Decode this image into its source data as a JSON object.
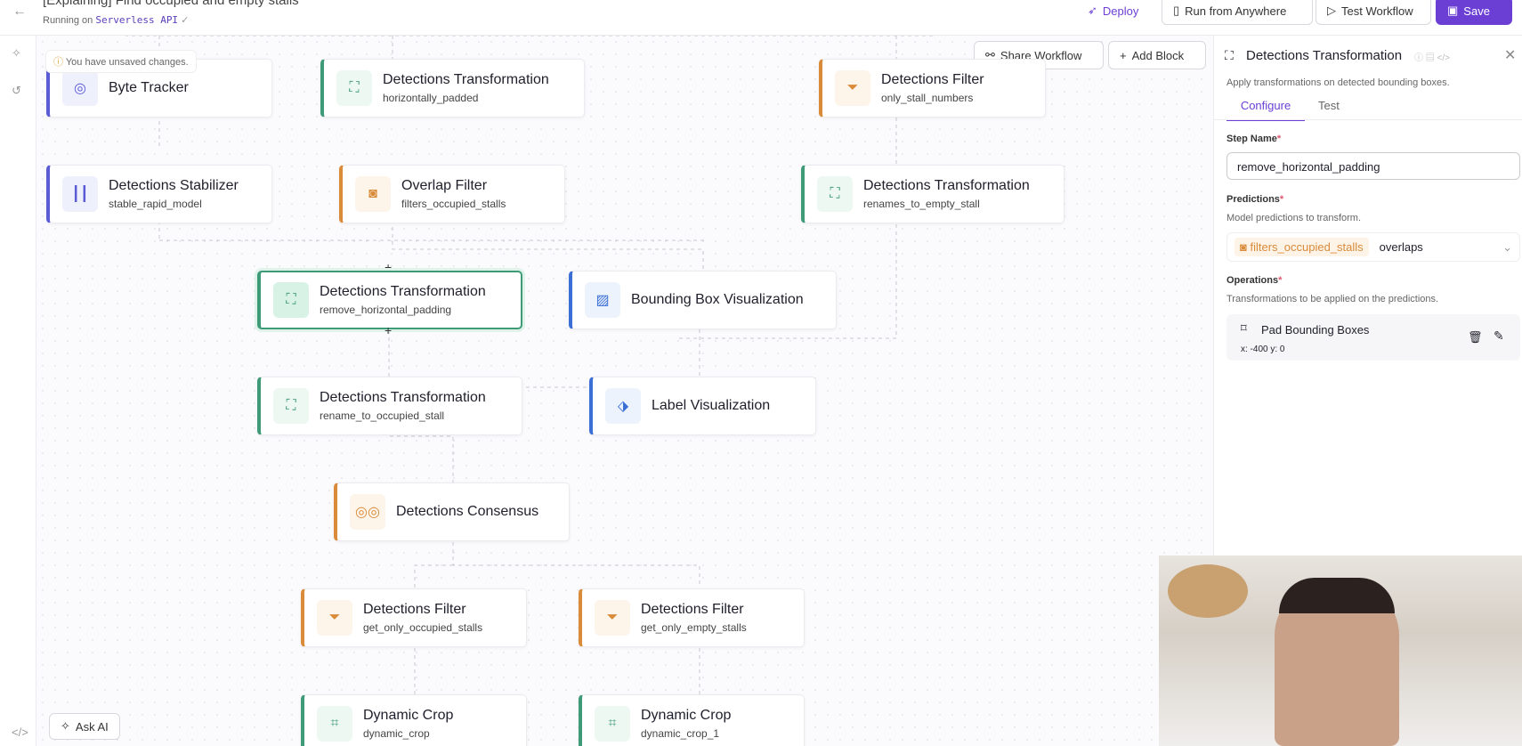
{
  "header": {
    "title": "[Explaining] Find occupied and empty stalls",
    "running_on": "Running on",
    "runtime": "Serverless API",
    "deploy": "Deploy",
    "run_anywhere": "Run from Anywhere",
    "test_workflow": "Test Workflow",
    "save": "Save"
  },
  "canvas": {
    "unsaved": "You have unsaved changes.",
    "share": "Share Workflow",
    "add_block": "Add Block",
    "ask_ai": "Ask AI",
    "nodes": [
      {
        "title": "Byte Tracker",
        "sub": ""
      },
      {
        "title": "Detections Transformation",
        "sub": "horizontally_padded"
      },
      {
        "title": "Detections Filter",
        "sub": "only_stall_numbers"
      },
      {
        "title": "Detections Stabilizer",
        "sub": "stable_rapid_model"
      },
      {
        "title": "Overlap Filter",
        "sub": "filters_occupied_stalls"
      },
      {
        "title": "Detections Transformation",
        "sub": "renames_to_empty_stall"
      },
      {
        "title": "Detections Transformation",
        "sub": "remove_horizontal_padding"
      },
      {
        "title": "Bounding Box Visualization",
        "sub": ""
      },
      {
        "title": "Detections Transformation",
        "sub": "rename_to_occupied_stall"
      },
      {
        "title": "Label Visualization",
        "sub": ""
      },
      {
        "title": "Detections Consensus",
        "sub": ""
      },
      {
        "title": "Detections Filter",
        "sub": "get_only_occupied_stalls"
      },
      {
        "title": "Detections Filter",
        "sub": "get_only_empty_stalls"
      },
      {
        "title": "Dynamic Crop",
        "sub": "dynamic_crop"
      },
      {
        "title": "Dynamic Crop",
        "sub": "dynamic_crop_1"
      }
    ]
  },
  "panel": {
    "title": "Detections Transformation",
    "description": "Apply transformations on detected bounding boxes.",
    "tabs": [
      "Configure",
      "Test"
    ],
    "step_name_label": "Step Name",
    "step_name": "remove_horizontal_padding",
    "predictions_label": "Predictions",
    "predictions_desc": "Model predictions to transform.",
    "predictions_step": "filters_occupied_stalls",
    "predictions_output": "overlaps",
    "operations_label": "Operations",
    "operations_desc": "Transformations to be applied on the predictions.",
    "operation": {
      "name": "Pad Bounding Boxes",
      "params": "x: -400 y: 0"
    }
  },
  "colors": {
    "accent": "#6b3fd4",
    "transform": "#3f9a78",
    "filter": "#d98b3a",
    "tracker": "#5b5bd6",
    "visual": "#3b6fd6"
  }
}
